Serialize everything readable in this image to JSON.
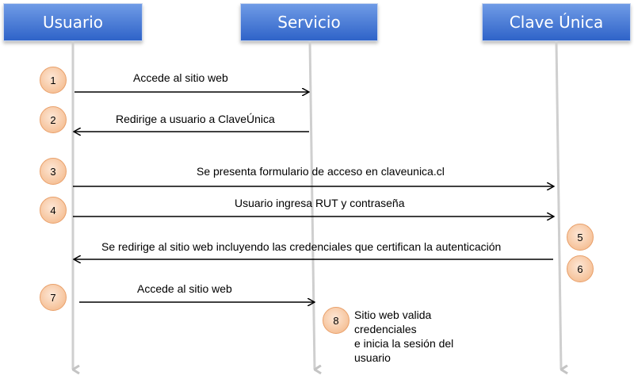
{
  "actors": [
    "Usuario",
    "Servicio",
    "Clave Única"
  ],
  "messages": [
    "Accede al sitio web",
    "Redirige a usuario a ClaveÚnica",
    "Se presenta formulario de acceso en claveunica.cl",
    "Usuario ingresa RUT y contraseña",
    "Se redirige al sitio web incluyendo las credenciales que certifican la autenticación",
    "Accede al sitio web"
  ],
  "steps": [
    "1",
    "2",
    "3",
    "4",
    "5",
    "6",
    "7",
    "8"
  ],
  "note": [
    "Sitio web valida",
    "credenciales",
    "e inicia la sesión del",
    "usuario"
  ]
}
